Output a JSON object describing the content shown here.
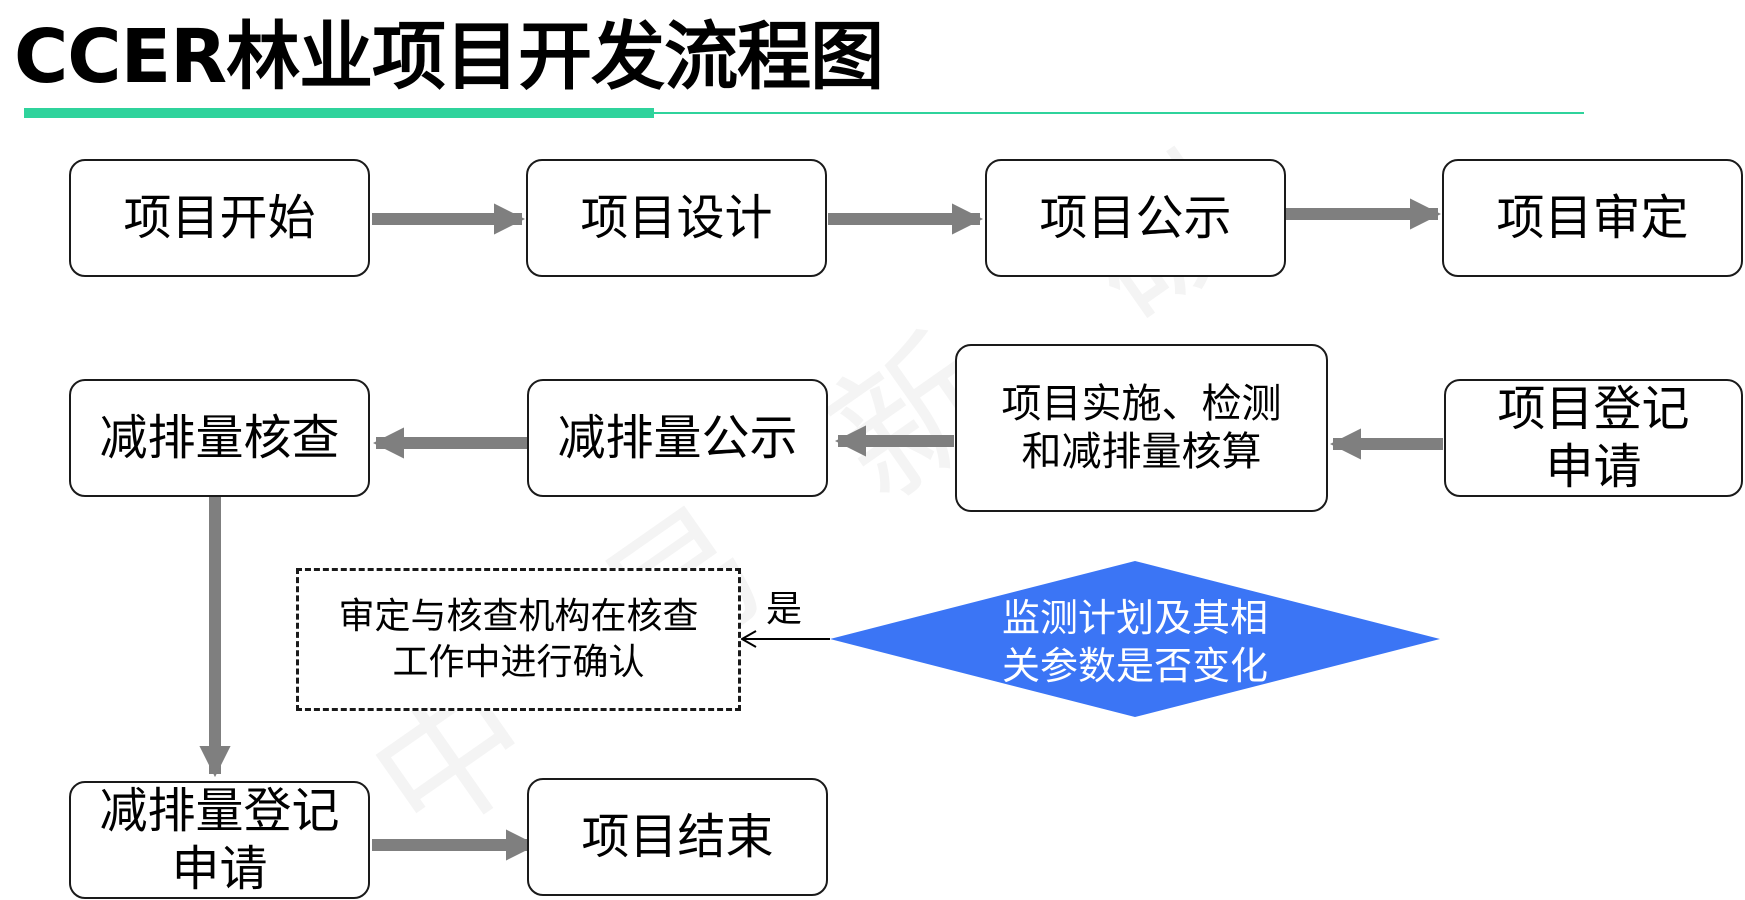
{
  "title": "CCER林业项目开发流程图",
  "watermark": [
    "中",
    "易",
    "新",
    "碳"
  ],
  "nodes": {
    "start": "项目开始",
    "design": "项目设计",
    "publicity": "项目公示",
    "validation": "项目审定",
    "registration_lines": [
      "项目登记",
      "申请"
    ],
    "implementation_lines": [
      "项目实施、检测",
      "和减排量核算"
    ],
    "reduction_publicity": "减排量公示",
    "reduction_verification": "减排量核查",
    "reduction_registration_lines": [
      "减排量登记",
      "申请"
    ],
    "end": "项目结束",
    "confirm_lines": [
      "审定与核查机构在核查",
      "工作中进行确认"
    ],
    "decision_lines": [
      "监测计划及其相",
      "关参数是否变化"
    ],
    "yes_label": "是"
  },
  "colors": {
    "accent_line": "#2fd39c",
    "decision_fill": "#3b75f5",
    "arrow_gray": "#7f7f7f"
  }
}
